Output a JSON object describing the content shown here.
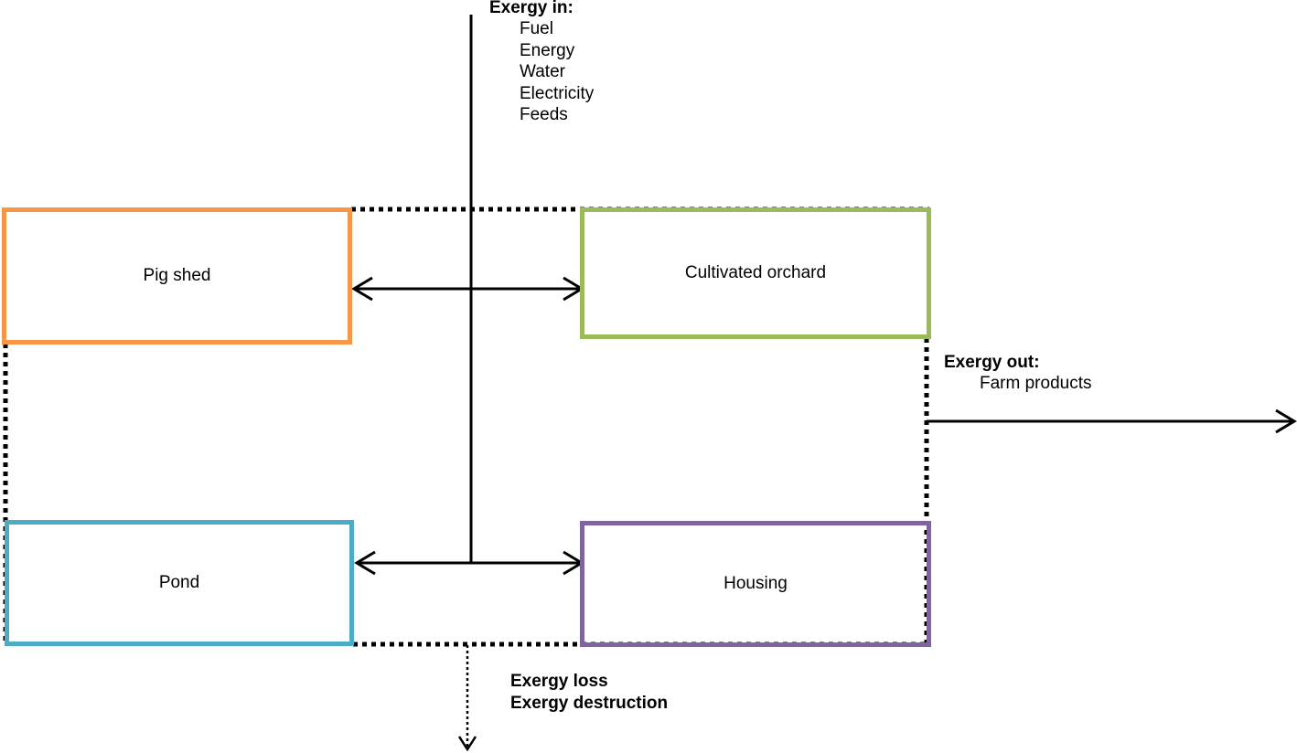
{
  "inputs": {
    "heading": "Exergy in:",
    "items": [
      "Fuel",
      "Energy",
      "Water",
      "Electricity",
      "Feeds"
    ]
  },
  "outputs": {
    "heading": "Exergy out:",
    "items": [
      "Farm products"
    ]
  },
  "losses": {
    "line1": "Exergy loss",
    "line2": "Exergy destruction"
  },
  "components": {
    "pig_shed": {
      "label": "Pig shed",
      "color": "#F79646"
    },
    "cultivated_orchard": {
      "label": "Cultivated orchard",
      "color": "#9BBB59"
    },
    "pond": {
      "label": "Pond",
      "color": "#4BACC6"
    },
    "housing": {
      "label": "Housing",
      "color": "#8064A2"
    }
  },
  "colors": {
    "line": "#000000",
    "boundary": "#000000"
  }
}
